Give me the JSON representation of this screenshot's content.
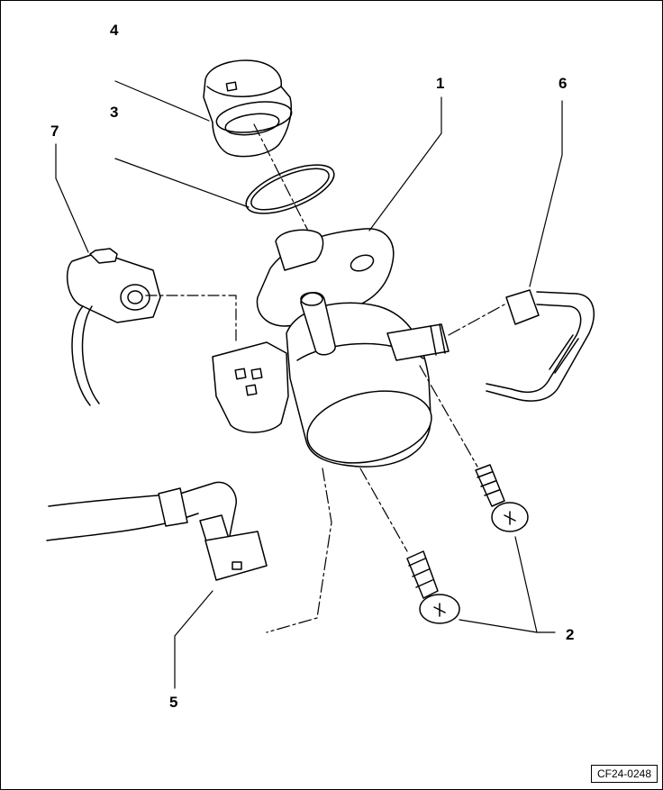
{
  "callouts": {
    "c1": "1",
    "c2": "2",
    "c3": "3",
    "c4": "4",
    "c5": "5",
    "c6": "6",
    "c7": "7"
  },
  "figure_ref": "CF24-0248",
  "colors": {
    "line": "#000000",
    "background": "#ffffff"
  }
}
